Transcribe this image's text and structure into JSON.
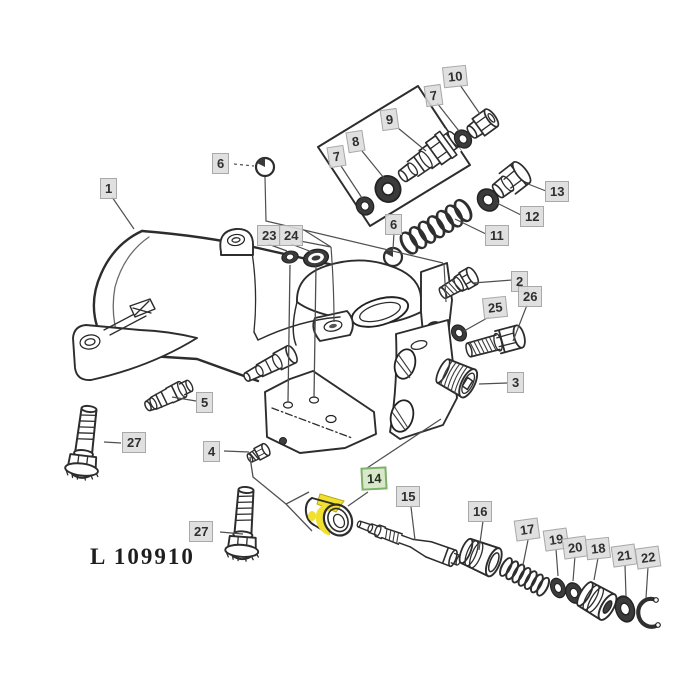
{
  "figure": {
    "title": "exploded-parts-diagram",
    "part_number_text": "L 109910",
    "highlighted_callout": "14"
  },
  "colors": {
    "background": "#ffffff",
    "line_art": "#2d2d2d",
    "callout_bg": "#dcdcdc",
    "callout_border": "#a9a9a9",
    "callout_text": "#2f2f2f",
    "highlight_callout_bg": "#d9e8ca",
    "highlight_callout_border": "#7fb269",
    "highlight_part_fill": "#f1e02e"
  },
  "callouts": [
    {
      "text": "1"
    },
    {
      "text": "6"
    },
    {
      "text": "7"
    },
    {
      "text": "8"
    },
    {
      "text": "9"
    },
    {
      "text": "7"
    },
    {
      "text": "10"
    },
    {
      "text": "13"
    },
    {
      "text": "12"
    },
    {
      "text": "11"
    },
    {
      "text": "6"
    },
    {
      "text": "2"
    },
    {
      "text": "26"
    },
    {
      "text": "25"
    },
    {
      "text": "3"
    },
    {
      "text": "23"
    },
    {
      "text": "24"
    },
    {
      "text": "5"
    },
    {
      "text": "4"
    },
    {
      "text": "27"
    },
    {
      "text": "27"
    },
    {
      "text": "14"
    },
    {
      "text": "15"
    },
    {
      "text": "16"
    },
    {
      "text": "17"
    },
    {
      "text": "19"
    },
    {
      "text": "20"
    },
    {
      "text": "18"
    },
    {
      "text": "21"
    },
    {
      "text": "22"
    }
  ]
}
